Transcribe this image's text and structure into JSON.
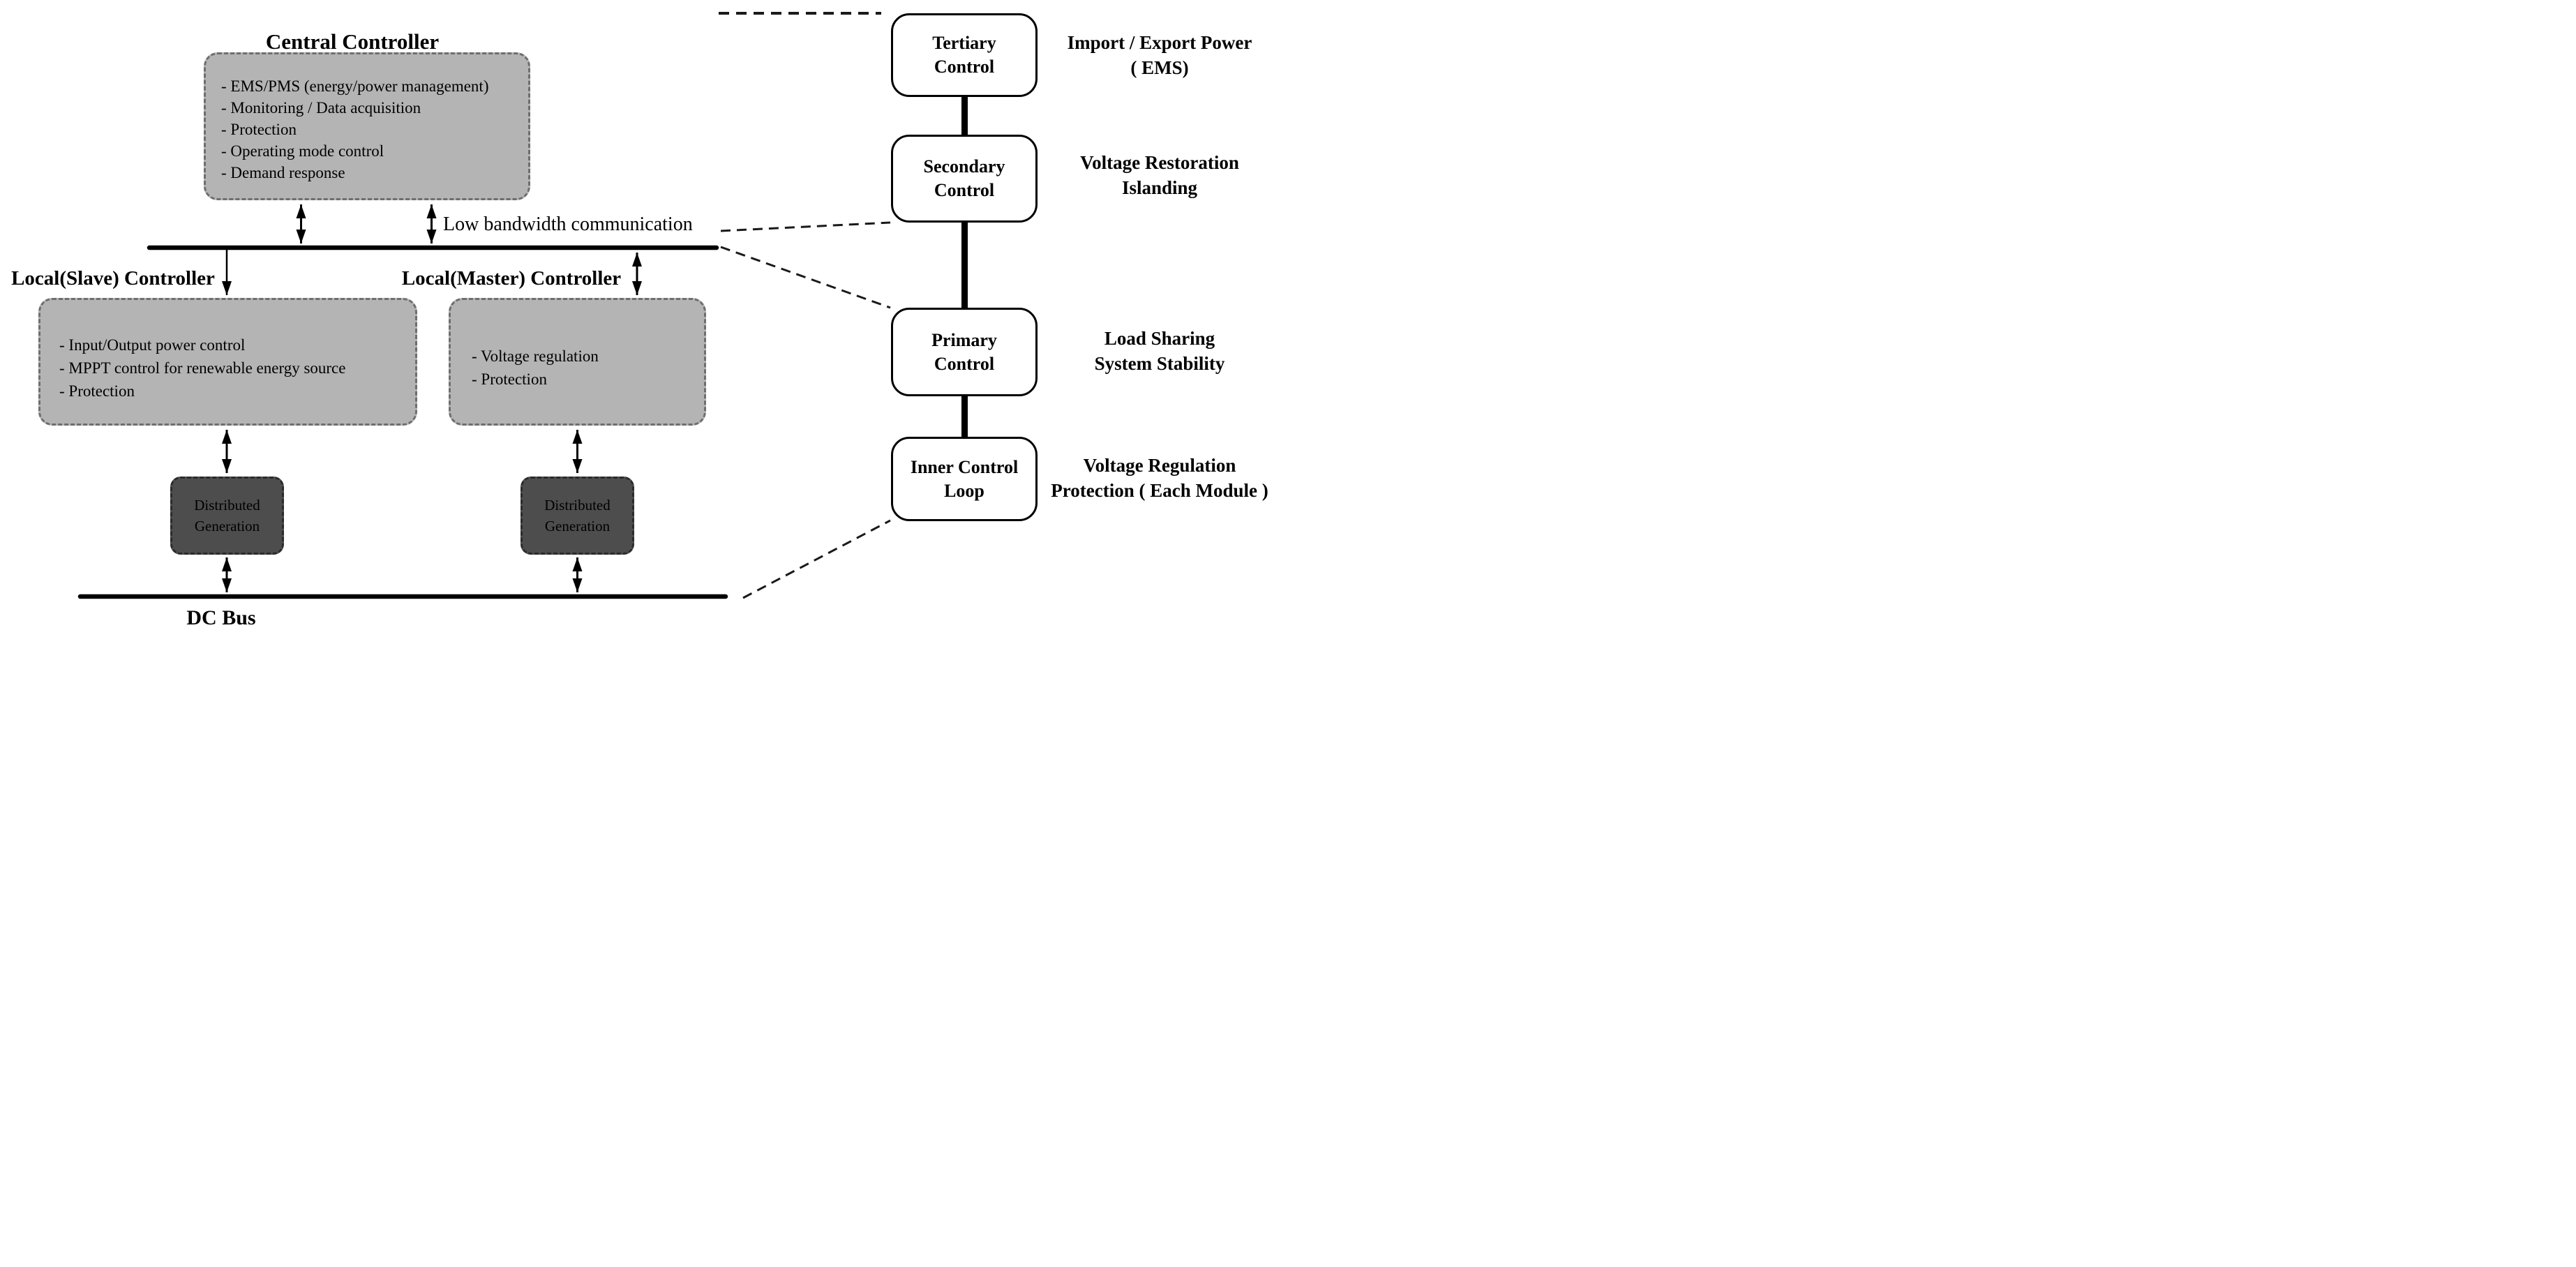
{
  "diagram": {
    "central_controller": {
      "title": "Central Controller",
      "items": [
        "- EMS/PMS (energy/power management)",
        "- Monitoring / Data acquisition",
        "- Protection",
        "- Operating mode control",
        "- Demand response"
      ]
    },
    "low_bandwidth_label": "Low bandwidth communication",
    "slave_controller": {
      "title": "Local(Slave) Controller",
      "items": [
        "- Input/Output power control",
        "- MPPT control for renewable energy source",
        "- Protection"
      ]
    },
    "master_controller": {
      "title": "Local(Master) Controller",
      "items": [
        "- Voltage regulation",
        "- Protection"
      ]
    },
    "distributed_generation_left": {
      "line1": "Distributed",
      "line2": "Generation"
    },
    "distributed_generation_right": {
      "line1": "Distributed",
      "line2": "Generation"
    },
    "dc_bus_label": "DC Bus",
    "hierarchy": {
      "levels": [
        {
          "box_line1": "Tertiary",
          "box_line2": "Control",
          "desc_line1": "Import / Export Power",
          "desc_line2": "( EMS)"
        },
        {
          "box_line1": "Secondary",
          "box_line2": "Control",
          "desc_line1": "Voltage Restoration",
          "desc_line2": "Islanding"
        },
        {
          "box_line1": "Primary",
          "box_line2": "Control",
          "desc_line1": "Load Sharing",
          "desc_line2": "System Stability"
        },
        {
          "box_line1": "Inner Control",
          "box_line2": "Loop",
          "desc_line1": "Voltage Regulation",
          "desc_line2": "Protection ( Each Module )"
        }
      ]
    },
    "colors": {
      "light_box_fill": "#b4b4b4",
      "dark_box_fill": "#4d4d4d",
      "dashed_border": "#6e6e6e",
      "line": "#000000"
    }
  }
}
